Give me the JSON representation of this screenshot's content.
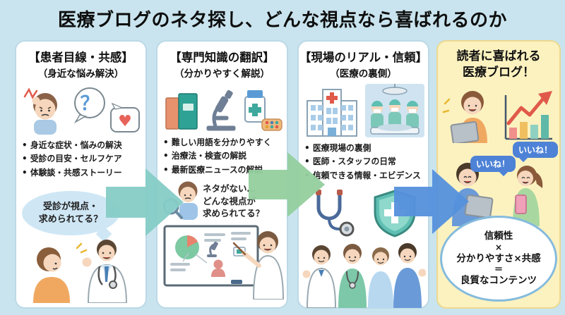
{
  "title": "医療ブログのネタ探し、どんな視点なら喜ばれるのか",
  "icons": {
    "question_mark": "？",
    "heart": "♥"
  },
  "colors": {
    "background": "#c9e4ee",
    "card_bg": "#ffffff",
    "card_border": "#bcd9e6",
    "result_card_bg": "#fcf2c0",
    "result_card_border": "#ecd98f",
    "arrow_teal": "#86ccc6",
    "arrow_green": "#93cf9e",
    "arrow_blue": "#5590dc",
    "like_bubble": "#4d82d6",
    "speech_bubble": "#cfe7f5",
    "formula_border": "#85bbdd"
  },
  "columns": [
    {
      "heading": "【患者目線・共感】",
      "subheading": "（身近な悩み解決）",
      "bullets": [
        "身近な症状・悩みの解決",
        "受診の目安・セルフケア",
        "体験談・共感ストーリー"
      ],
      "bubble_lines": [
        "受診が視点・",
        "求められてる？"
      ]
    },
    {
      "heading": "【専門知識の翻訳】",
      "subheading": "（分かりやすく解説）",
      "bullets": [
        "難しい用語を分かりやすく",
        "治療法・検査の解説",
        "最新医療ニュースの解説"
      ],
      "bubble_lines": [
        "ネタがない…",
        "どんな視点が",
        "求められてる？"
      ]
    },
    {
      "heading": "【現場のリアル・信頼】",
      "subheading": "（医療の裏側）",
      "bullets": [
        "医療現場の裏側",
        "医師・スタッフの日常",
        "信頼できる情報・エビデンス"
      ]
    },
    {
      "heading_lines": [
        "読者に喜ばれる",
        "医療ブログ！"
      ],
      "like_labels": [
        "いいね！",
        "いいね！"
      ],
      "formula_lines": [
        "信頼性",
        "×",
        "分かりやすさ×共感",
        "＝",
        "良質なコンテンツ"
      ]
    }
  ]
}
